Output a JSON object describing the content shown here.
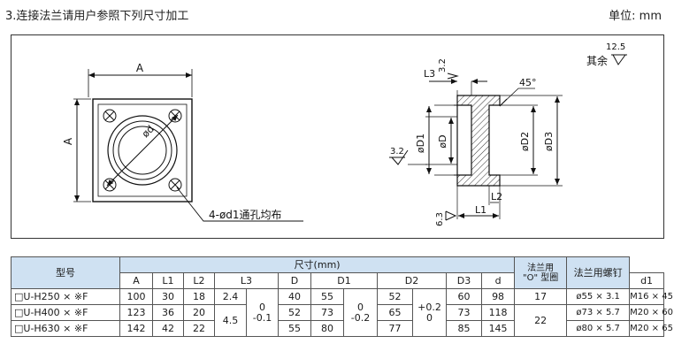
{
  "heading": "3.连接法兰请用户参照下列尺寸加工",
  "unit": "单位: mm",
  "drawing": {
    "front": {
      "width_label": "A",
      "height_label": "A",
      "bore_label": "ød",
      "holes_note": "4-ød1通孔均布"
    },
    "section": {
      "L3": "L3",
      "L2": "L2",
      "L1": "L1",
      "D1": "øD1",
      "D": "øD",
      "D2": "øD2",
      "D3": "øD3",
      "angle": "45°",
      "rough_top": "3.2",
      "rough_left": "3.2",
      "rough_bottom": "6.3",
      "rough_other_value": "12.5",
      "rough_other_label": "其余"
    }
  },
  "table": {
    "col_model": "型号",
    "col_size_group": "尺寸(mm)",
    "col_oring_line1": "法兰用",
    "col_oring_line2": "\"O\" 型圈",
    "col_bolt": "法兰用螺钉",
    "sub_headers": [
      "A",
      "L1",
      "L2",
      "L3",
      "D",
      "D1",
      "D2",
      "D3",
      "d",
      "d1"
    ],
    "rows": [
      {
        "model": "□U-H250 × ※F",
        "A": "100",
        "L1": "30",
        "L2": "18",
        "L3": "2.4",
        "D": "40",
        "D1": "55",
        "D2": "52",
        "D3": "60",
        "d": "98",
        "d1": "17",
        "oring": "ø55 × 3.1",
        "bolt": "M16 × 45"
      },
      {
        "model": "□U-H400 × ※F",
        "A": "123",
        "L1": "36",
        "L2": "20",
        "L3": "4.5",
        "D": "52",
        "D1": "73",
        "D2": "65",
        "D3": "73",
        "d": "118",
        "d1": "22",
        "oring": "ø73 × 5.7",
        "bolt": "M20 × 60"
      },
      {
        "model": "□U-H630 × ※F",
        "A": "142",
        "L1": "42",
        "L2": "22",
        "D": "55",
        "D1": "80",
        "D2": "77",
        "D3": "85",
        "d": "145",
        "oring": "ø80 × 5.7",
        "bolt": "M20 × 65"
      }
    ],
    "L3_tol_upper": "0",
    "L3_tol_lower": "-0.1",
    "D1_tol_upper": "0",
    "D1_tol_lower": "-0.2",
    "D2_tol_upper": "+0.2",
    "D2_tol_lower": "0"
  }
}
